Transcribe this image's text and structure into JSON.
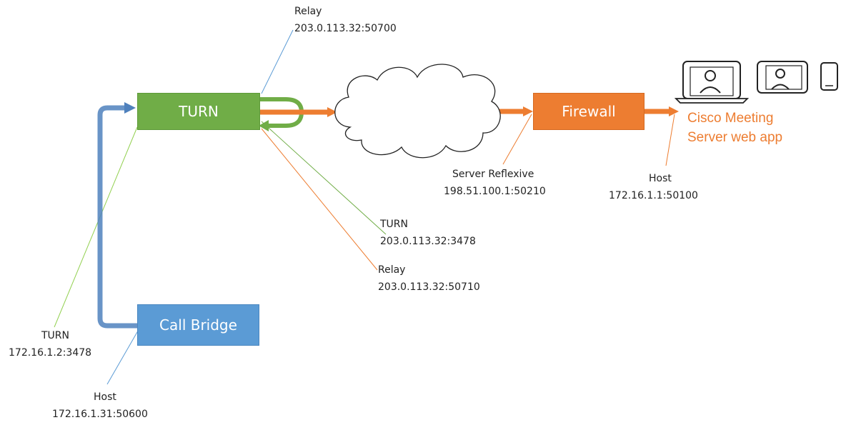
{
  "nodes": {
    "turn": "TURN",
    "callbridge": "Call Bridge",
    "firewall": "Firewall",
    "webapp_line1": "Cisco Meeting",
    "webapp_line2": "Server web app"
  },
  "labels": {
    "relay_top": {
      "title": "Relay",
      "address": "203.0.113.32:50700"
    },
    "server_reflexive": {
      "title": "Server Reflexive",
      "address": "198.51.100.1:50210"
    },
    "host_client": {
      "title": "Host",
      "address": "172.16.1.1:50100"
    },
    "turn_public": {
      "title": "TURN",
      "address": "203.0.113.32:3478"
    },
    "relay_bottom": {
      "title": "Relay",
      "address": "203.0.113.32:50710"
    },
    "turn_internal": {
      "title": "TURN",
      "address": "172.16.1.2:3478"
    },
    "host_callbridge": {
      "title": "Host",
      "address": "172.16.1.31:50600"
    }
  },
  "icons": [
    "laptop-icon",
    "tablet-icon",
    "phone-icon",
    "cloud-icon"
  ],
  "colors": {
    "turn_box": "#70AD47",
    "callbridge_box": "#5B9BD5",
    "firewall_box": "#ED7D31",
    "webapp_text": "#ED7D31",
    "blue_arrow": "#4F81BD",
    "orange_arrow": "#ED7D31"
  }
}
